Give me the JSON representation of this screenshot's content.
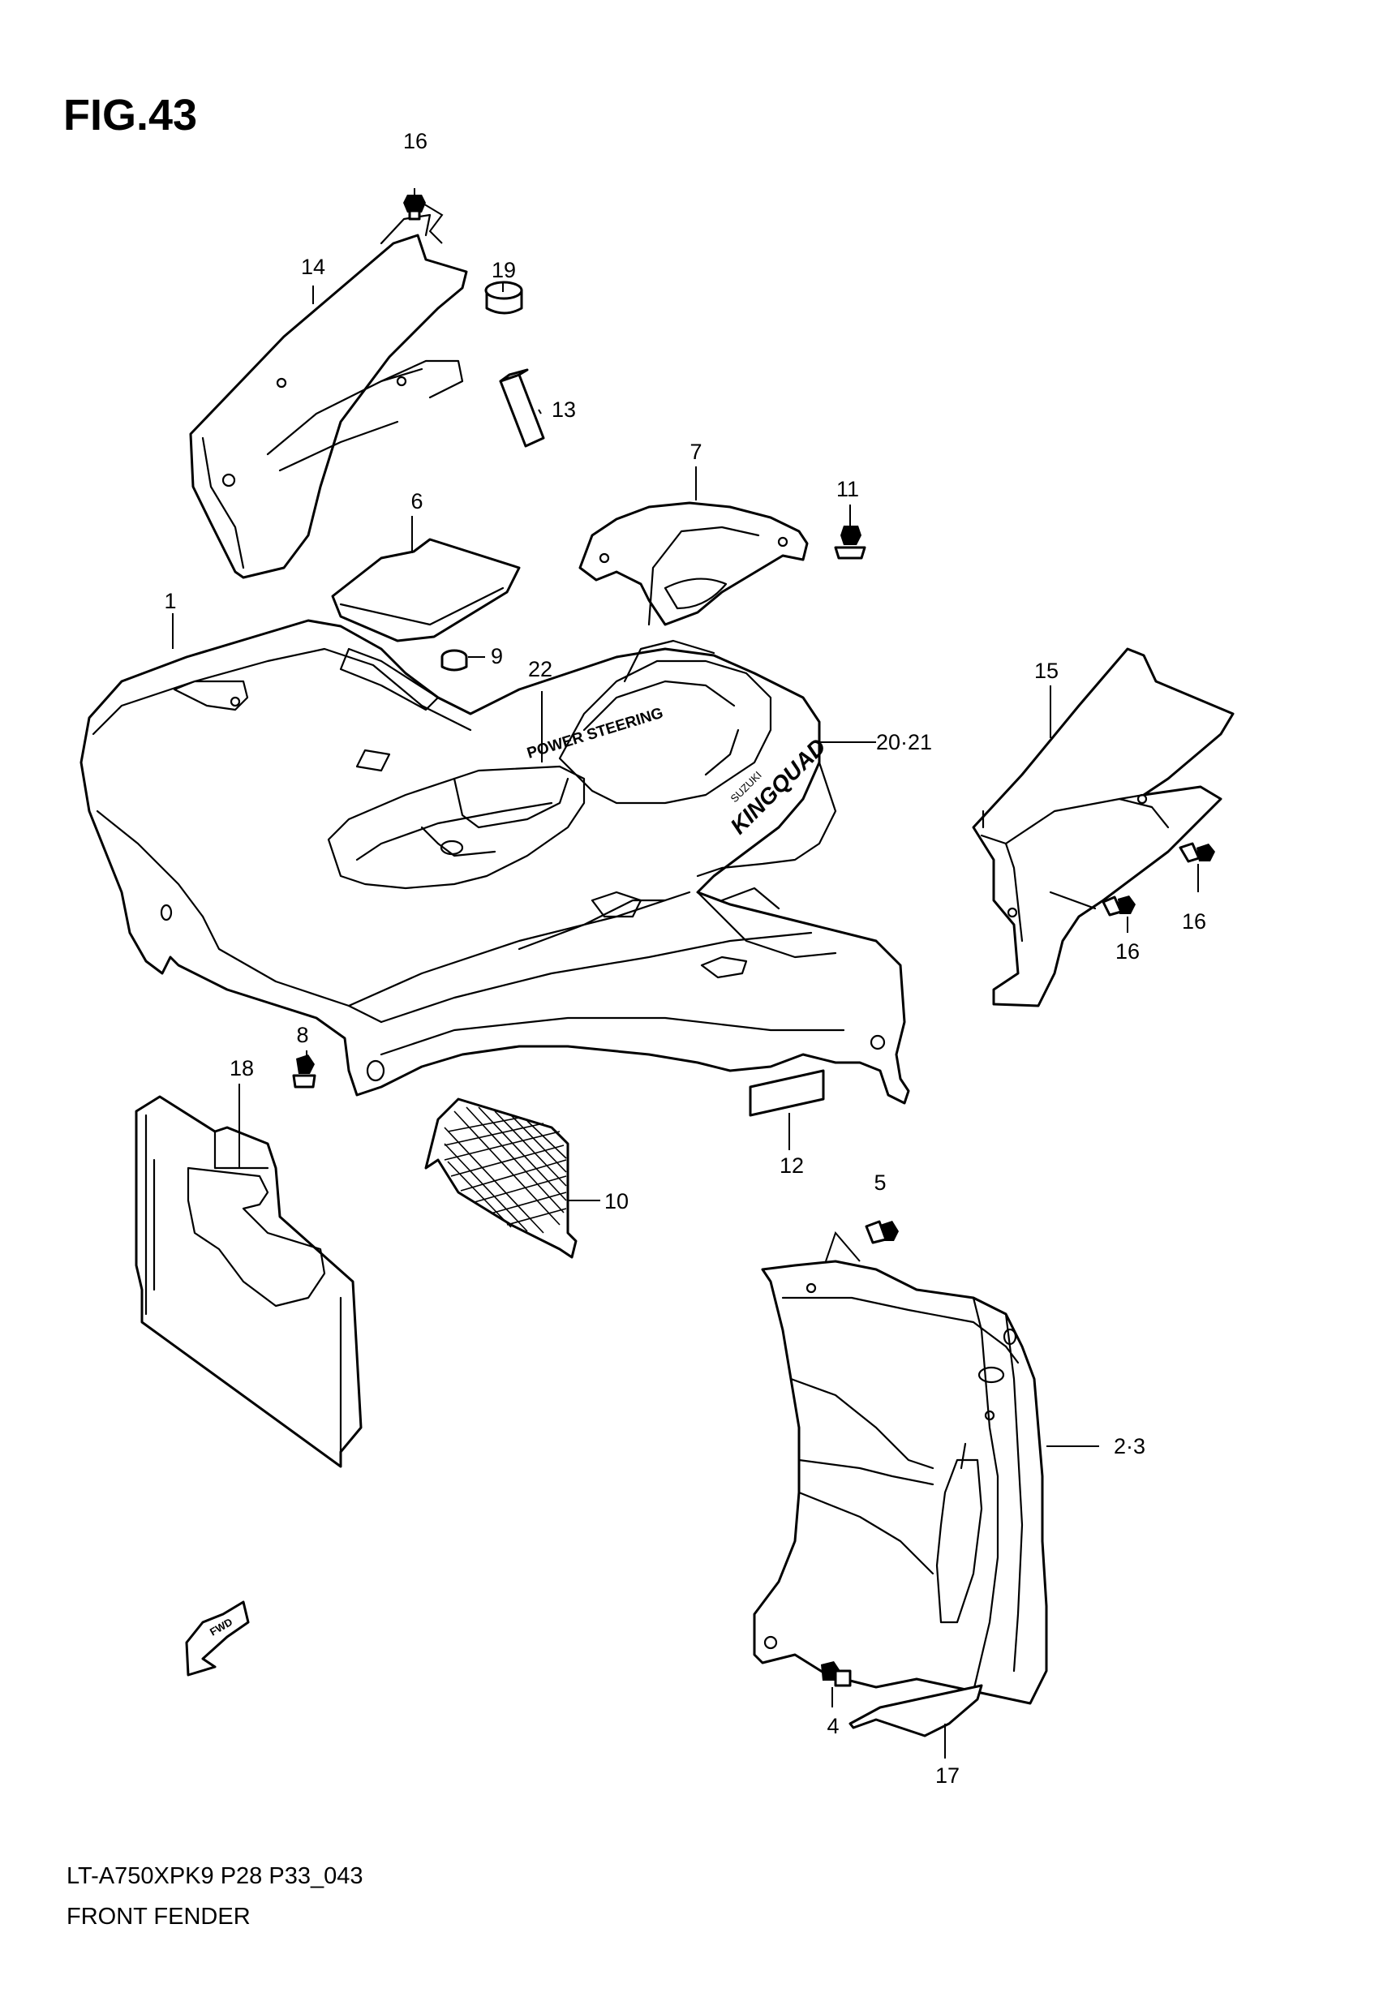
{
  "figure": {
    "title": "FIG.43",
    "model_code": "LT-A750XPK9 P28 P33_043",
    "section_name": "FRONT FENDER",
    "fwd_label": "FWD",
    "decal_text": "POWER STEERING",
    "brand_text": "KINGQUAD",
    "maker_text": "SUZUKI"
  },
  "callouts": {
    "p1": "1",
    "p2_3": "2·3",
    "p4": "4",
    "p5": "5",
    "p6": "6",
    "p7": "7",
    "p8": "8",
    "p9": "9",
    "p10": "10",
    "p11": "11",
    "p12": "12",
    "p13": "13",
    "p14": "14",
    "p15": "15",
    "p16_top": "16",
    "p16_right_a": "16",
    "p16_right_b": "16",
    "p17": "17",
    "p18": "18",
    "p19": "19",
    "p20_21": "20·21",
    "p22": "22"
  }
}
